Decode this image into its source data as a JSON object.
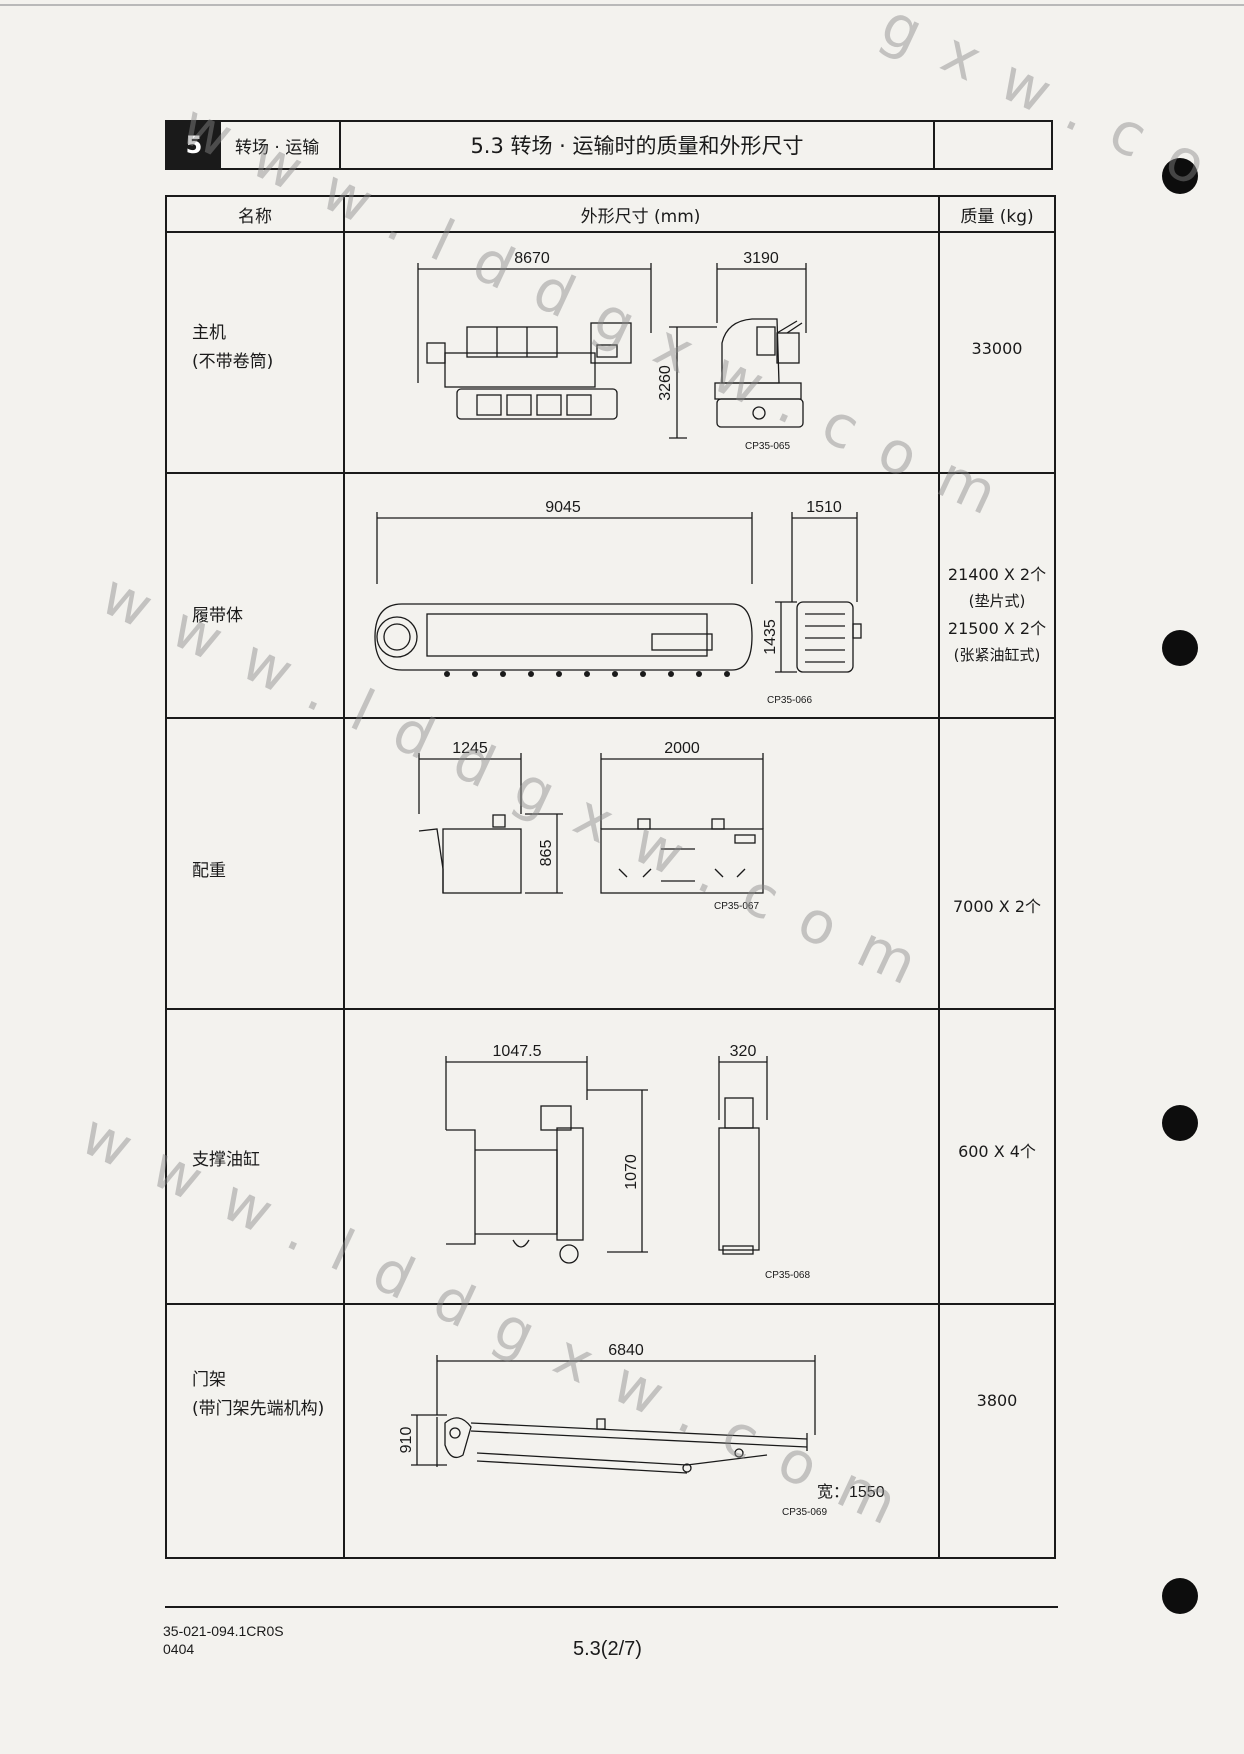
{
  "header": {
    "chapter_number": "5",
    "chapter_title": "转场 · 运输",
    "section_title": "5.3  转场 · 运输时的质量和外形尺寸"
  },
  "table": {
    "columns": [
      "名称",
      "外形尺寸 (mm)",
      "质量 (kg)"
    ],
    "rows": [
      {
        "name": [
          "主机",
          "(不带卷筒)"
        ],
        "dimensions": [
          "8670",
          "3190",
          "3260"
        ],
        "code": "CP35-065",
        "mass": [
          "33000"
        ]
      },
      {
        "name": [
          "履带体"
        ],
        "dimensions": [
          "9045",
          "1510",
          "1435"
        ],
        "code": "CP35-066",
        "mass": [
          "21400 X 2个",
          "(垫片式)",
          "21500 X 2个",
          "(张紧油缸式)"
        ]
      },
      {
        "name": [
          "配重"
        ],
        "dimensions": [
          "1245",
          "865",
          "2000"
        ],
        "code": "CP35-067",
        "mass": [
          "7000 X 2个"
        ]
      },
      {
        "name": [
          "支撑油缸"
        ],
        "dimensions": [
          "1047.5",
          "1070",
          "320"
        ],
        "code": "CP35-068",
        "mass": [
          "600 X 4个"
        ]
      },
      {
        "name": [
          "门架",
          "(带门架先端机构)"
        ],
        "dimensions": [
          "6840",
          "910",
          "宽：1550"
        ],
        "code": "CP35-069",
        "mass": [
          "3800"
        ]
      }
    ]
  },
  "footer": {
    "doc_code": "35-021-094.1CR0S",
    "date_code": "0404",
    "page": "5.3(2/7)"
  },
  "watermark": {
    "text_a": "www.lddgxw.com",
    "text_b": "gxw.co"
  }
}
